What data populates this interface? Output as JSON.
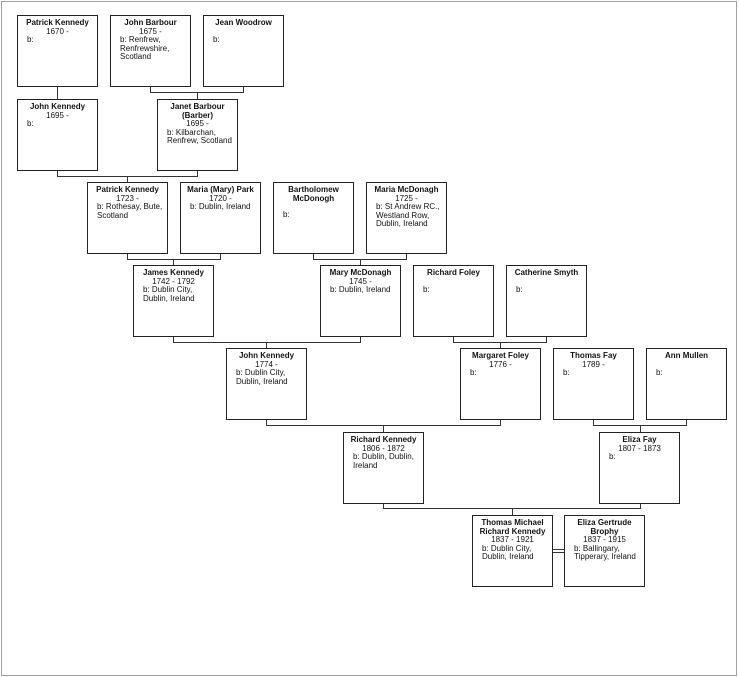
{
  "people": [
    {
      "name": "Patrick Kennedy",
      "dates": "1670 -",
      "birth": "b:"
    },
    {
      "name": "John Barbour",
      "dates": "1675 -",
      "birth": "b: Renfrew, Renfrewshire, Scotland"
    },
    {
      "name": "Jean Woodrow",
      "dates": "",
      "birth": "b:"
    },
    {
      "name": "John Kennedy",
      "dates": "1695 -",
      "birth": "b:"
    },
    {
      "name": "Janet Barbour (Barber)",
      "dates": "1695 -",
      "birth": "b: Kilbarchan, Renfrew, Scotland"
    },
    {
      "name": "Patrick Kennedy",
      "dates": "1723 -",
      "birth": "b: Rothesay, Bute, Scotland"
    },
    {
      "name": "Maria (Mary) Park",
      "dates": "1720 -",
      "birth": "b: Dublin, Ireland"
    },
    {
      "name": "Bartholomew McDonogh",
      "dates": "",
      "birth": "b:"
    },
    {
      "name": "Maria McDonagh",
      "dates": "1725 -",
      "birth": "b: St Andrew RC., Westland Row, Dublin, Ireland"
    },
    {
      "name": "James Kennedy",
      "dates": "1742 - 1792",
      "birth": "b: Dublin City, Dublin, Ireland"
    },
    {
      "name": "Mary McDonagh",
      "dates": "1745 -",
      "birth": "b: Dublin, Ireland"
    },
    {
      "name": "Richard Foley",
      "dates": "",
      "birth": "b:"
    },
    {
      "name": "Catherine Smyth",
      "dates": "",
      "birth": "b:"
    },
    {
      "name": "John Kennedy",
      "dates": "1774 -",
      "birth": "b: Dublin City, Dublin, Ireland"
    },
    {
      "name": "Margaret Foley",
      "dates": "1776 -",
      "birth": "b:"
    },
    {
      "name": "Thomas Fay",
      "dates": "1789 -",
      "birth": "b:"
    },
    {
      "name": "Ann Mullen",
      "dates": "",
      "birth": "b:"
    },
    {
      "name": "Richard Kennedy",
      "dates": "1806 - 1872",
      "birth": "b: Dublin, Dublin, Ireland"
    },
    {
      "name": "Eliza Fay",
      "dates": "1807 - 1873",
      "birth": "b:"
    },
    {
      "name": "Thomas Michael Richard Kennedy",
      "dates": "1837 - 1921",
      "birth": "b: Dublin City, Dublin, Ireland"
    },
    {
      "name": "Eliza Gertrude Brophy",
      "dates": "1837 - 1915",
      "birth": "b: Ballingary, Tipperary, Ireland"
    }
  ]
}
